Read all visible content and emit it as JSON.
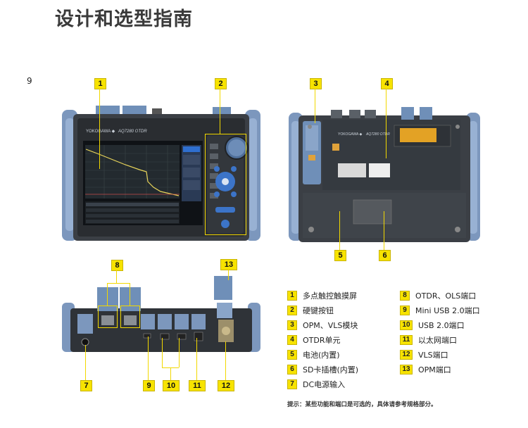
{
  "page": {
    "title": "设计和选型指南",
    "page_number": "9",
    "note": "提示：某些功能和端口是可选的，具体请参考规格部分。"
  },
  "device": {
    "brand": "YOKOGAWA ◆",
    "model_front": "AQ7280 OTDR",
    "model_back": "AQ7280 OTDR"
  },
  "callouts": [
    "1",
    "2",
    "3",
    "4",
    "5",
    "6",
    "7",
    "8",
    "9",
    "10",
    "11",
    "12",
    "13"
  ],
  "legend": [
    {
      "num": "1",
      "label": "多点触控触摸屏"
    },
    {
      "num": "2",
      "label": "硬键按钮"
    },
    {
      "num": "3",
      "label": "OPM、VLS模块"
    },
    {
      "num": "4",
      "label": "OTDR单元"
    },
    {
      "num": "5",
      "label": "电池(内置)"
    },
    {
      "num": "6",
      "label": "SD卡插槽(内置)"
    },
    {
      "num": "7",
      "label": "DC电源输入"
    },
    {
      "num": "8",
      "label": "OTDR、OLS端口"
    },
    {
      "num": "9",
      "label": "Mini USB 2.0端口"
    },
    {
      "num": "10",
      "label": "USB 2.0端口"
    },
    {
      "num": "11",
      "label": "以太网端口"
    },
    {
      "num": "12",
      "label": "VLS端口"
    },
    {
      "num": "13",
      "label": "OPM端口"
    }
  ]
}
